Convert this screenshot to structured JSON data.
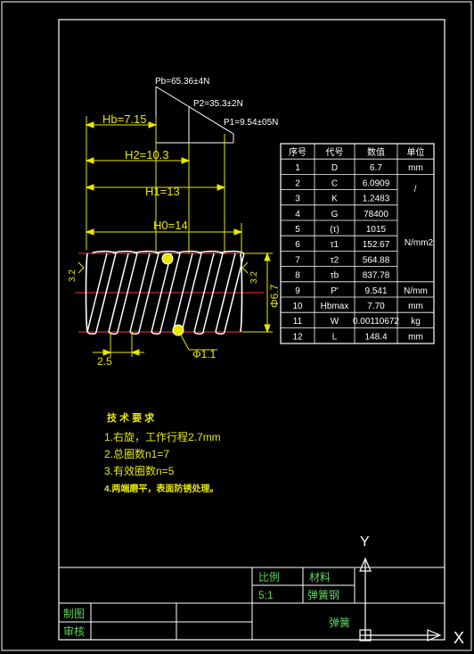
{
  "colors": {
    "background": "#000000",
    "frame": "#ffffff",
    "dimension": "#e8e800",
    "centerline": "#ff3030",
    "title_text": "#5fd35f",
    "spring": "#ffffff"
  },
  "loads": {
    "pb": "Pb=65.36±4N",
    "p2": "P2=35.3±2N",
    "p1": "P1=9.54±05N"
  },
  "heights": {
    "hb": "Hb=7.15",
    "h2": "H2=10.3",
    "h1": "H1=13",
    "h0": "H0=14"
  },
  "drawing_dims": {
    "roughness_left": "3.2",
    "roughness_right": "3.2",
    "outer_dia": "Φ6.7",
    "pitch": "2.5",
    "wire_dia": "Φ1.1"
  },
  "param_table": {
    "headers": [
      "序号",
      "代号",
      "数值",
      "单位"
    ],
    "rows": [
      [
        "1",
        "D",
        "6.7",
        "mm"
      ],
      [
        "2",
        "C",
        "6.0909",
        ""
      ],
      [
        "3",
        "K",
        "1.2483",
        ""
      ],
      [
        "4",
        "G",
        "78400",
        ""
      ],
      [
        "5",
        "(τ)",
        "1015",
        ""
      ],
      [
        "6",
        "τ1",
        "152.67",
        ""
      ],
      [
        "7",
        "τ2",
        "564.88",
        ""
      ],
      [
        "8",
        "τb",
        "837.78",
        ""
      ],
      [
        "9",
        "P'",
        "9.541",
        "N/mm"
      ],
      [
        "10",
        "Hbmax",
        "7.70",
        "mm"
      ],
      [
        "11",
        "W",
        "0.00110672",
        "kg"
      ],
      [
        "12",
        "L",
        "148.4",
        "mm"
      ]
    ],
    "merged_units": {
      "slash": "/",
      "stress": "N/mm2"
    }
  },
  "requirements": {
    "title": "技 术 要 求",
    "items": [
      "1.右旋，工作行程2.7mm",
      "2.总圈数n1=7",
      "3.有效圈数n=5",
      "4.两端磨平，表面防锈处理。"
    ]
  },
  "title_block": {
    "scale_label": "比例",
    "material_label": "材料",
    "scale_value": "5:1",
    "material_value": "弹簧钢",
    "drawn_label": "制图",
    "checked_label": "审核",
    "part_name": "弹簧"
  },
  "ucs": {
    "y_label": "Y",
    "x_label": "X"
  }
}
